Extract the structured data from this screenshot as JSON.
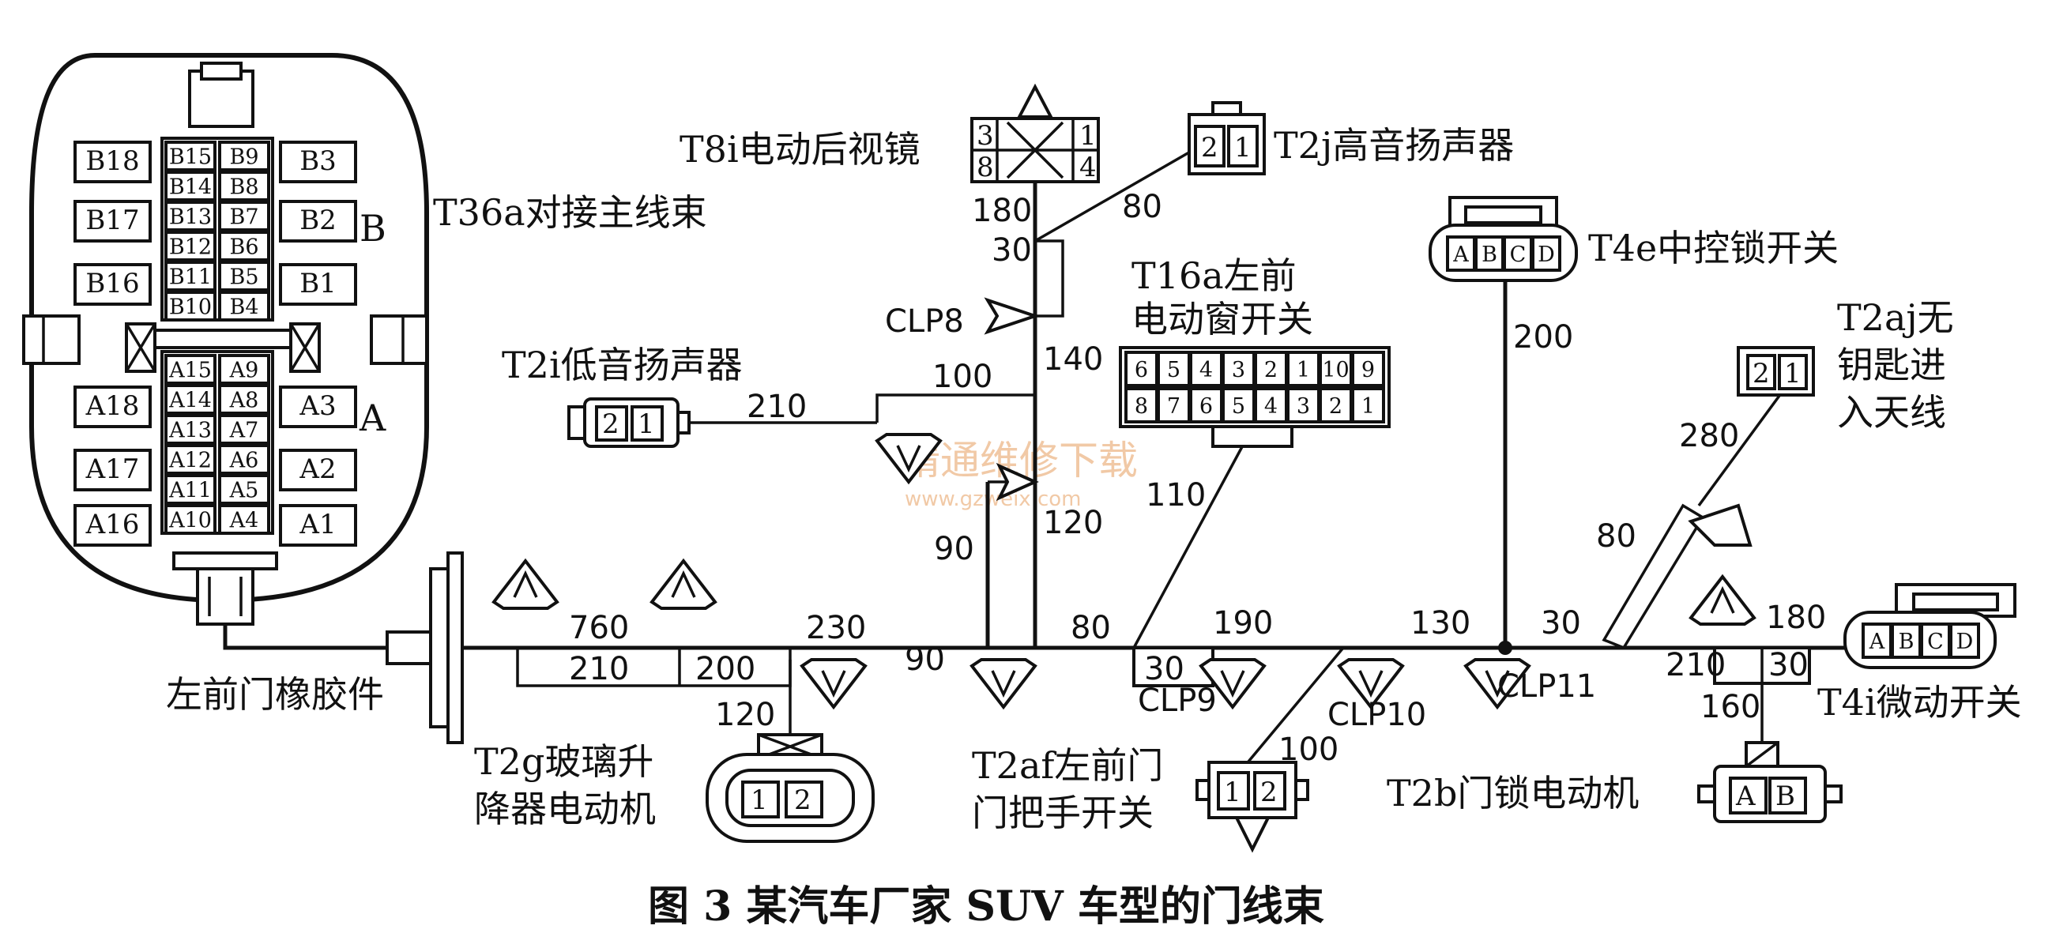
{
  "caption": "图 3   某汽车厂家 SUV 车型的门线束",
  "watermark": {
    "text": "精通维修下载",
    "url": "www.gzweix.com"
  },
  "main_connector": {
    "label": "T36a对接主线束",
    "row_b_tag": "B",
    "row_a_tag": "A",
    "b_inner_left": [
      "B15",
      "B14",
      "B13",
      "B12",
      "B11",
      "B10"
    ],
    "b_inner_right": [
      "B9",
      "B8",
      "B7",
      "B6",
      "B5",
      "B4"
    ],
    "b_outer_left": [
      "B18",
      "B17",
      "B16"
    ],
    "b_outer_right": [
      "B3",
      "B2",
      "B1"
    ],
    "a_inner_left": [
      "A15",
      "A14",
      "A13",
      "A12",
      "A11",
      "A10"
    ],
    "a_inner_right": [
      "A9",
      "A8",
      "A7",
      "A6",
      "A5",
      "A4"
    ],
    "a_outer_left": [
      "A18",
      "A17",
      "A16"
    ],
    "a_outer_right": [
      "A3",
      "A2",
      "A1"
    ]
  },
  "components": {
    "t8i": {
      "label": "T8i电动后视镜",
      "pins": [
        "3",
        "8",
        "1",
        "4"
      ]
    },
    "t2j": {
      "label": "T2j高音扬声器",
      "pins": [
        "2",
        "1"
      ]
    },
    "t4e": {
      "label": "T4e中控锁开关",
      "pins": [
        "A",
        "B",
        "C",
        "D"
      ]
    },
    "t16a": {
      "label_line1": "T16a左前",
      "label_line2": "电动窗开关",
      "row1": [
        "6",
        "5",
        "4",
        "3",
        "2",
        "1",
        "10",
        "9"
      ],
      "row2": [
        "8",
        "7",
        "6",
        "5",
        "4",
        "3",
        "2",
        "1"
      ]
    },
    "t2i": {
      "label": "T2i低音扬声器",
      "pins": [
        "2",
        "1"
      ]
    },
    "t2aj": {
      "label_line1": "T2aj无",
      "label_line2": "钥匙进",
      "label_line3": "入天线",
      "pins": [
        "2",
        "1"
      ]
    },
    "t4i": {
      "label": "T4i微动开关",
      "pins": [
        "A",
        "B",
        "C",
        "D"
      ]
    },
    "t2b": {
      "label": "T2b门锁电动机",
      "pins": [
        "A",
        "B"
      ]
    },
    "t2af": {
      "label_line1": "T2af左前门",
      "label_line2": "门把手开关",
      "pins": [
        "1",
        "2"
      ]
    },
    "t2g": {
      "label_line1": "T2g玻璃升",
      "label_line2": "降器电动机",
      "pins": [
        "1",
        "2"
      ]
    },
    "grommet": {
      "label": "左前门橡胶件"
    }
  },
  "clips": {
    "clp8": "CLP8",
    "clp9": "CLP9",
    "clp10": "CLP10",
    "clp11": "CLP11"
  },
  "lengths": {
    "l180": "180",
    "l80a": "80",
    "l30a": "30",
    "l140": "140",
    "l100a": "100",
    "l210a": "210",
    "l120a": "120",
    "l90a": "90",
    "l110": "110",
    "l200a": "200",
    "l280": "280",
    "l80b": "80",
    "l760": "760",
    "l210b": "210",
    "l200b": "200",
    "l230": "230",
    "l90b": "90",
    "l80c": "80",
    "l30b": "30",
    "l190": "190",
    "l130": "130",
    "l30c": "30",
    "l180b": "180",
    "l210c": "210",
    "l30d": "30",
    "l160": "160",
    "l120b": "120",
    "l100b": "100"
  }
}
